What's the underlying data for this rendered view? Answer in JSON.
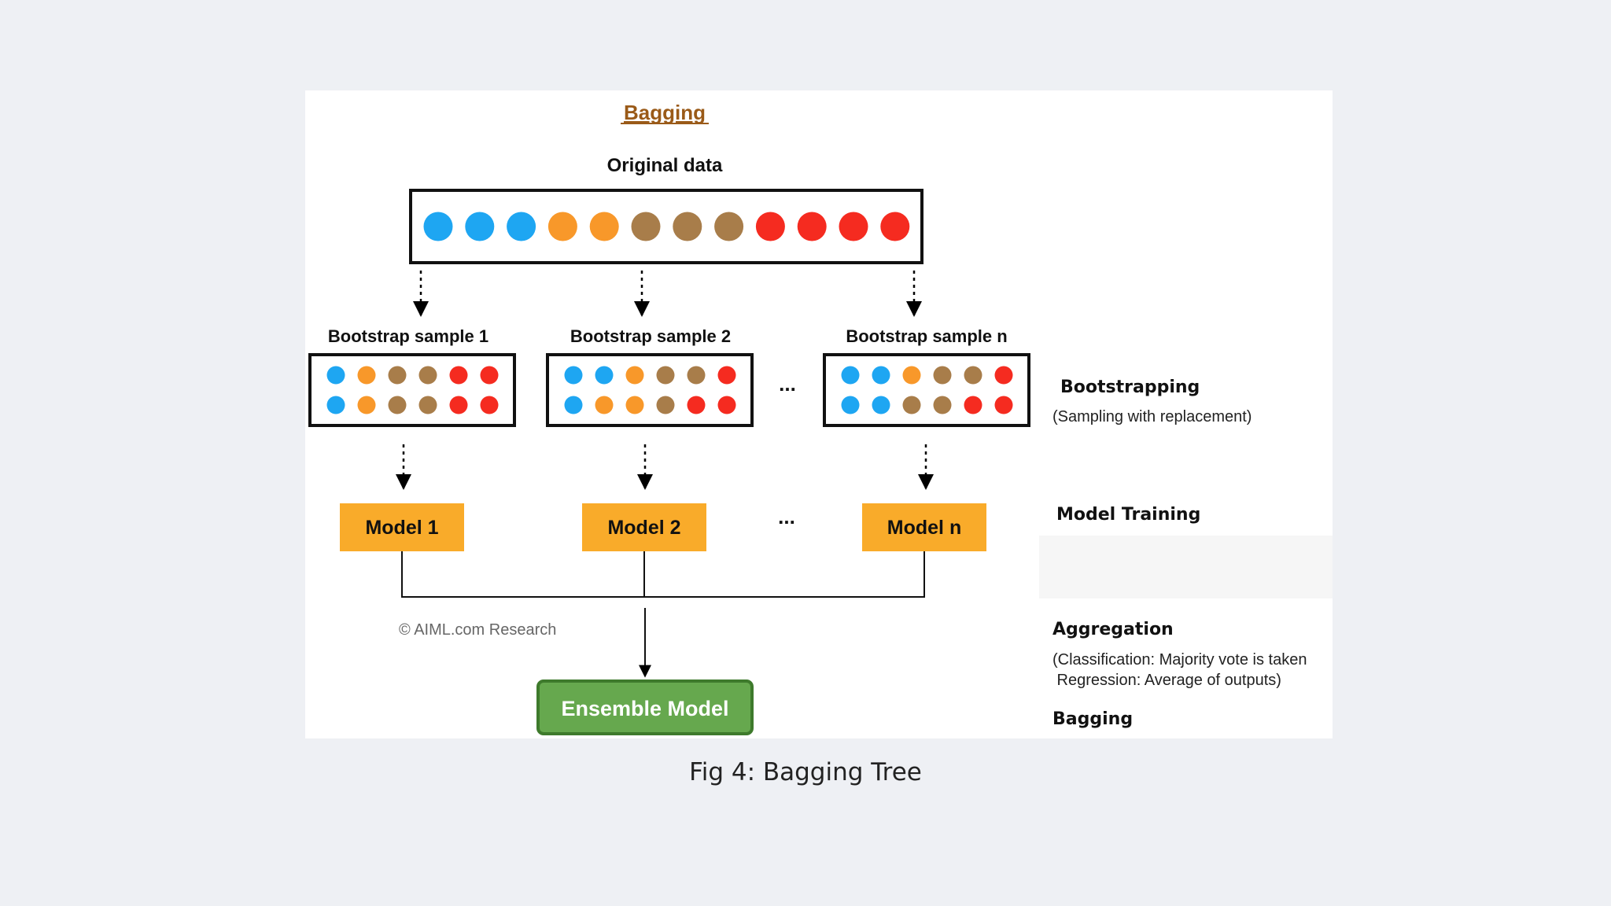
{
  "title": "Bagging",
  "original_label": "Original data",
  "original_dots": [
    "blue",
    "blue",
    "blue",
    "orange",
    "orange",
    "brown",
    "brown",
    "brown",
    "red",
    "red",
    "red",
    "red"
  ],
  "samples": [
    {
      "label": "Bootstrap sample 1",
      "rows": [
        [
          "blue",
          "orange",
          "brown",
          "brown",
          "red",
          "red"
        ],
        [
          "blue",
          "orange",
          "brown",
          "brown",
          "red",
          "red"
        ]
      ],
      "model": "Model 1"
    },
    {
      "label": "Bootstrap sample 2",
      "rows": [
        [
          "blue",
          "blue",
          "orange",
          "brown",
          "brown",
          "red"
        ],
        [
          "blue",
          "orange",
          "orange",
          "brown",
          "red",
          "red"
        ]
      ],
      "model": "Model 2"
    },
    {
      "label": "Bootstrap sample n",
      "rows": [
        [
          "blue",
          "blue",
          "orange",
          "brown",
          "brown",
          "red"
        ],
        [
          "blue",
          "blue",
          "brown",
          "brown",
          "red",
          "red"
        ]
      ],
      "model": "Model n"
    }
  ],
  "ellipsis": "...",
  "ensemble": "Ensemble Model",
  "copyright": "© AIML.com Research",
  "side": {
    "bootstrapping": "Bootstrapping",
    "bootstrapping_sub": "(Sampling with replacement)",
    "model_training": "Model Training",
    "aggregation": "Aggregation",
    "aggregation_sub1": "(Classification: Majority vote is taken",
    "aggregation_sub2": " Regression: Average of outputs)",
    "bagging": "Bagging"
  },
  "caption": "Fig 4: Bagging Tree",
  "colors": {
    "blue": "#1ea6f2",
    "orange": "#f8982a",
    "brown": "#a87d4a",
    "red": "#f52b20",
    "model_fill": "#f9ab2a",
    "ensemble_fill": "#66a84e",
    "ensemble_stroke": "#3e7a2c",
    "title": "#9a5a18",
    "background": "#eef0f4"
  }
}
